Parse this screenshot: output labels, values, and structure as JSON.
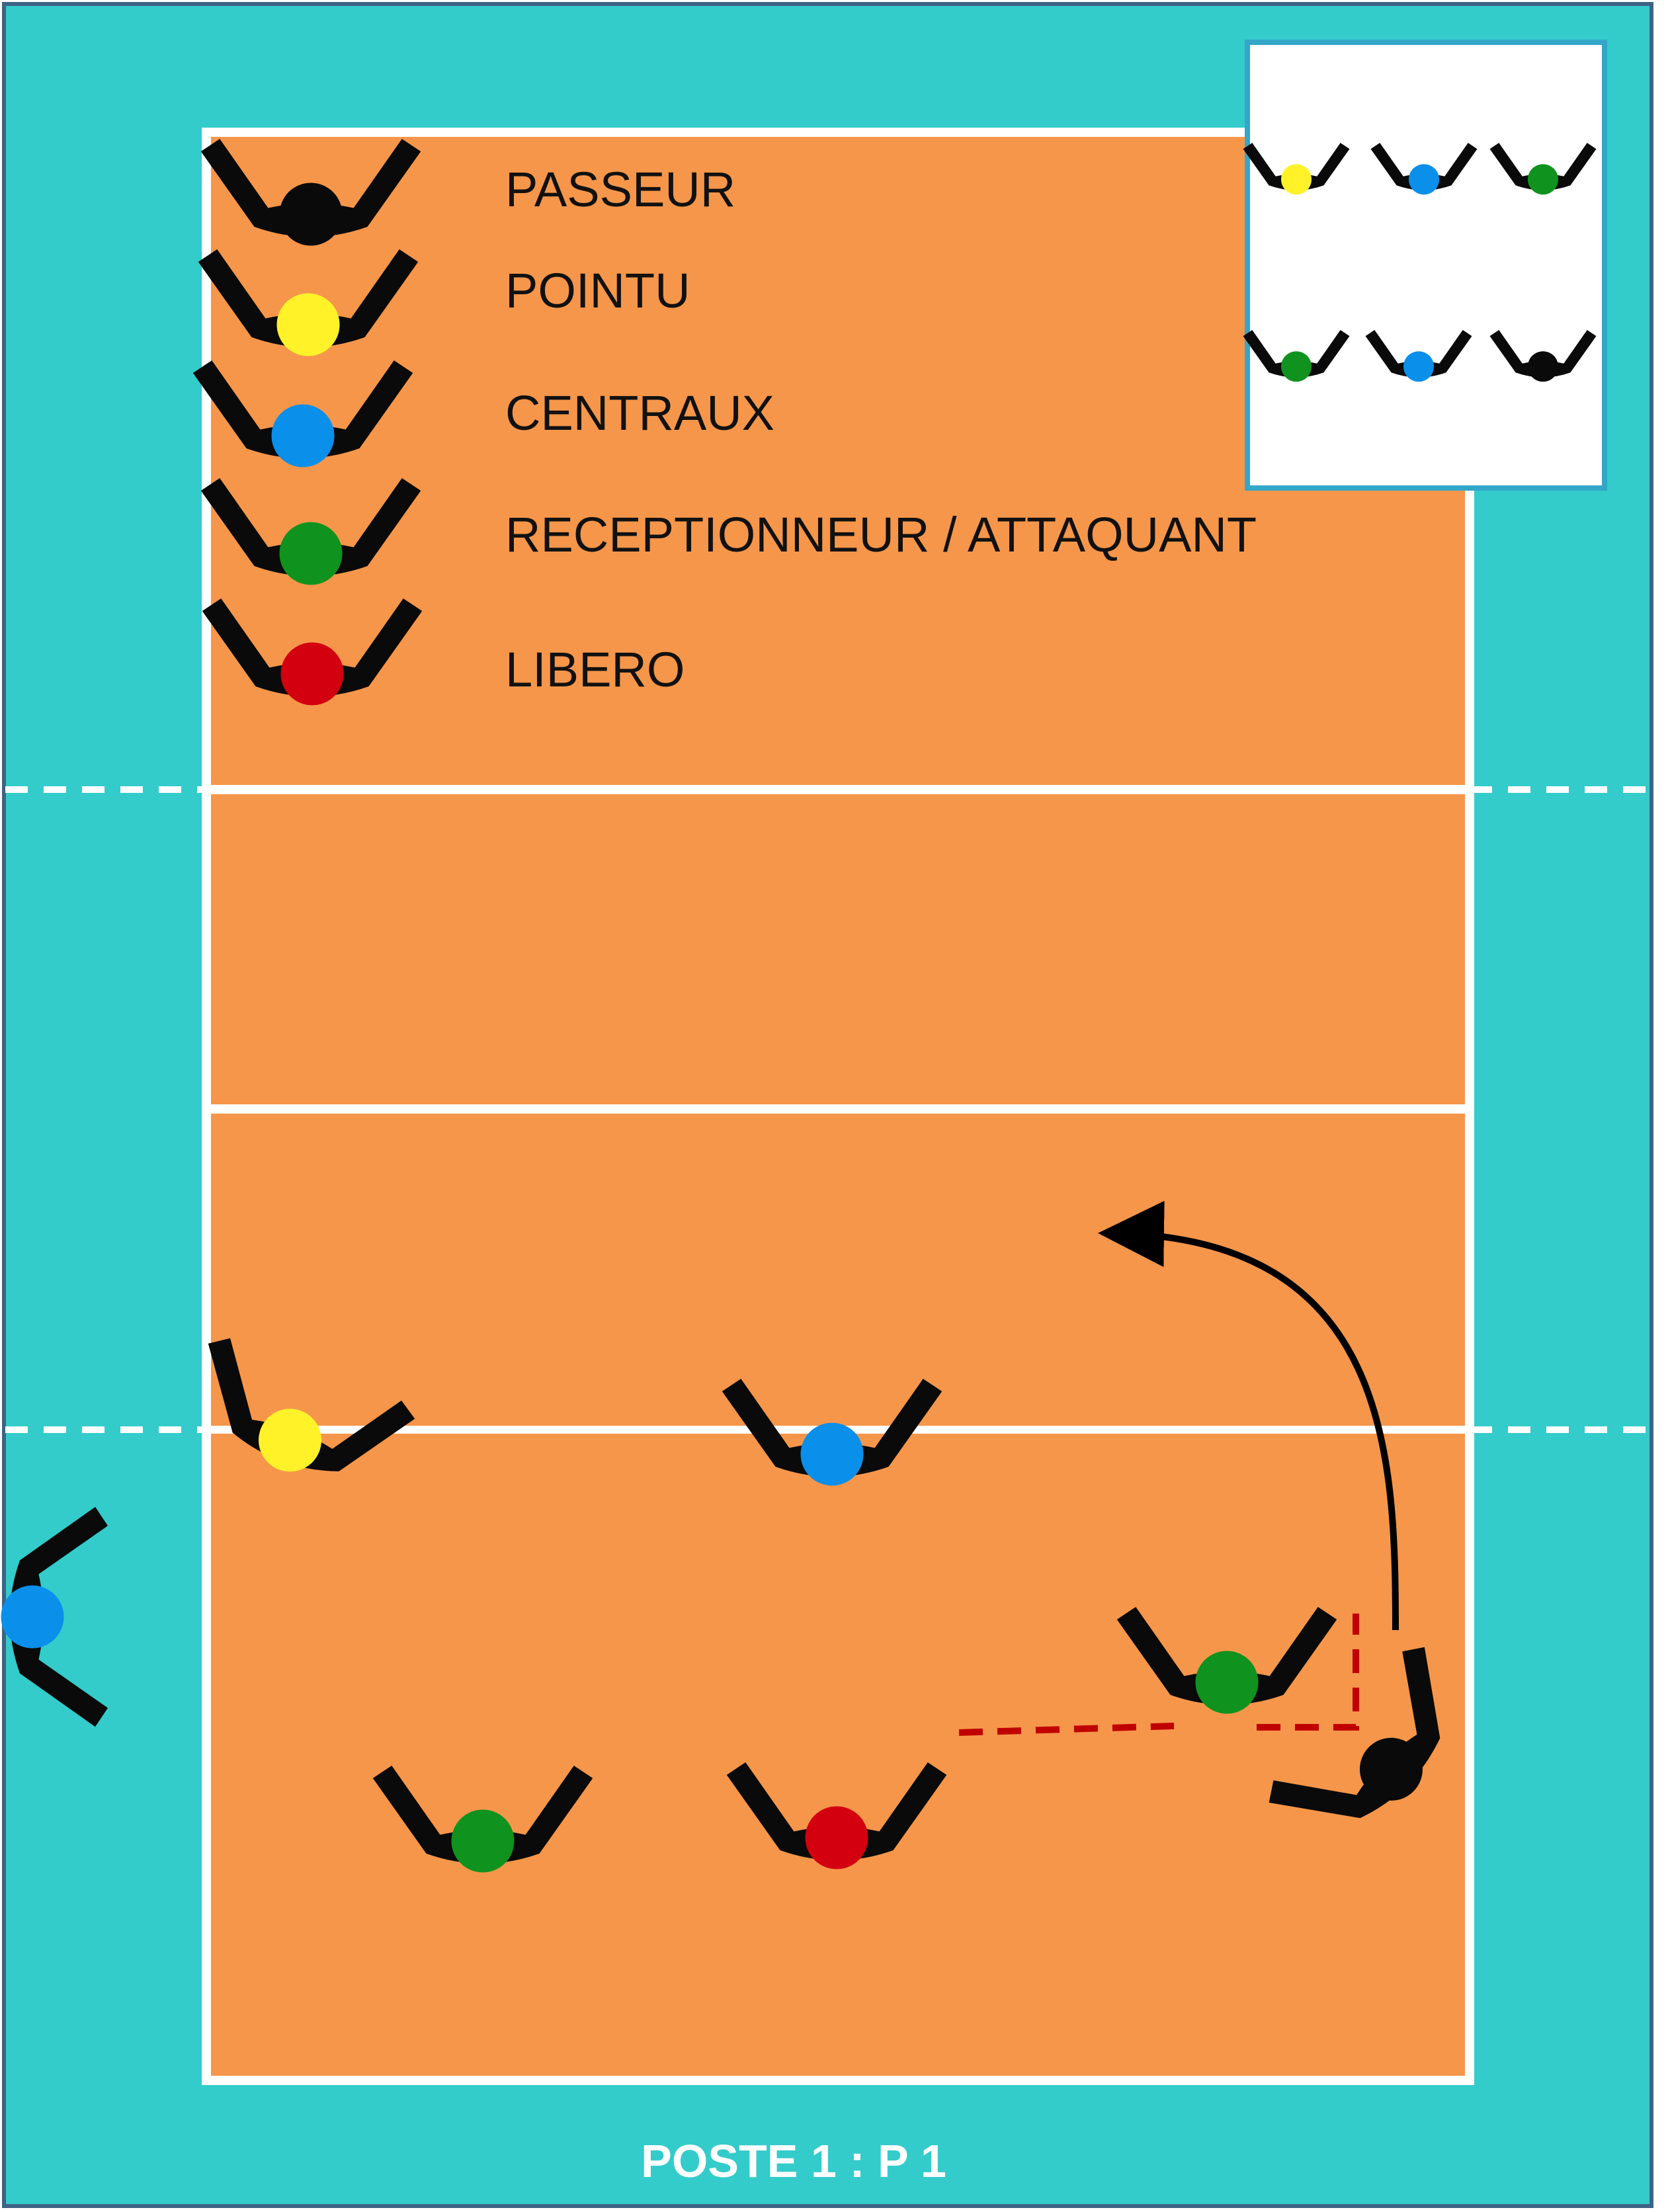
{
  "colors": {
    "outer_area": "#34CBCB",
    "court": "#F6964A",
    "lines": "#FFFFFF",
    "border": "#3F6384",
    "body": "#0A0A0A",
    "setter": "#0A0A0A",
    "opposite": "#FFF229",
    "middle": "#0A8FEB",
    "receiver_attacker": "#10921F",
    "libero": "#D3000F",
    "movement_arrow": "#000000",
    "dashed_path": "#C00000"
  },
  "legend": [
    {
      "label": "PASSEUR",
      "role": "setter"
    },
    {
      "label": "POINTU",
      "role": "opposite"
    },
    {
      "label": "CENTRAUX",
      "role": "middle"
    },
    {
      "label": "RECEPTIONNEUR / ATTAQUANT",
      "role": "receiver_attacker"
    },
    {
      "label": "LIBERO",
      "role": "libero"
    }
  ],
  "rotation_box": {
    "front_row": [
      "opposite",
      "middle",
      "receiver_attacker"
    ],
    "back_row": [
      "receiver_attacker",
      "middle",
      "setter"
    ]
  },
  "players": [
    {
      "role": "opposite",
      "name": "player-opposite"
    },
    {
      "role": "middle",
      "name": "player-middle-front"
    },
    {
      "role": "middle",
      "name": "player-middle-outside"
    },
    {
      "role": "receiver_attacker",
      "name": "player-receiver-right"
    },
    {
      "role": "receiver_attacker",
      "name": "player-receiver-left"
    },
    {
      "role": "libero",
      "name": "player-libero"
    },
    {
      "role": "setter",
      "name": "player-setter"
    }
  ],
  "footer": "POSTE 1 : P 1"
}
